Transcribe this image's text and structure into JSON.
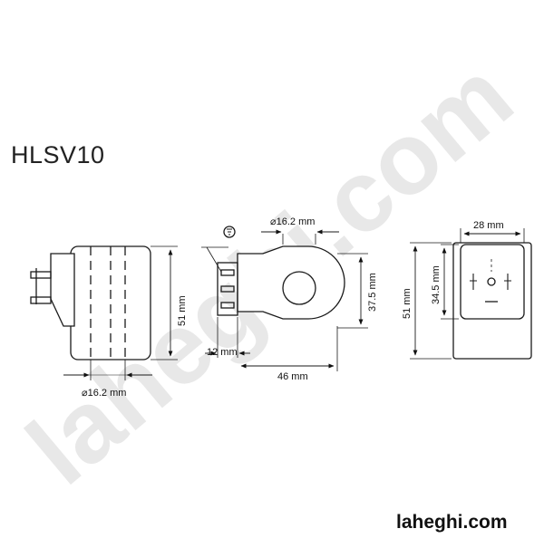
{
  "title": "HLSV10",
  "watermark": "laheghi.com",
  "brand": "laheghi.com",
  "dimensions": {
    "front_diameter": "⌀16.2 mm",
    "front_height": "51 mm",
    "side_diameter": "⌀16.2 mm",
    "side_height": "37.5 mm",
    "side_offset": "12 mm",
    "side_width": "46 mm",
    "plug_width": "28 mm",
    "plug_height": "34.5 mm",
    "total_height": "51 mm"
  },
  "colors": {
    "line": "#1a1a1a",
    "watermark": "#e8e8e8"
  }
}
